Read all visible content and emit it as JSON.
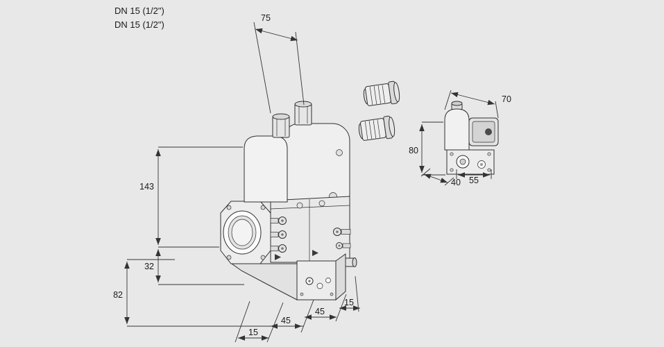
{
  "page": {
    "background": "#e8e8e8"
  },
  "diagram": {
    "kind": "valve-dimensional-drawing",
    "labels": {
      "line1": "DN 15 (1/2\")",
      "line2": "DN 15 (1/2\")"
    },
    "dims": {
      "top_span": "75",
      "left_upper": "143",
      "left_middle": "32",
      "left_lower": "82",
      "bottom_chain": [
        "15",
        "45",
        "45",
        "15"
      ],
      "side": {
        "width": "70",
        "height": "80",
        "depth": "40",
        "front": "55"
      }
    },
    "colors": {
      "background": "#e8e8e8",
      "line": "#2f2f2f",
      "dimension_line": "#333333",
      "fill_light": "#f4f4f4",
      "fill_mid": "#e7e7e7",
      "fill_dark": "#d2d2d2",
      "accent_dark": "#4a4a4a"
    }
  }
}
